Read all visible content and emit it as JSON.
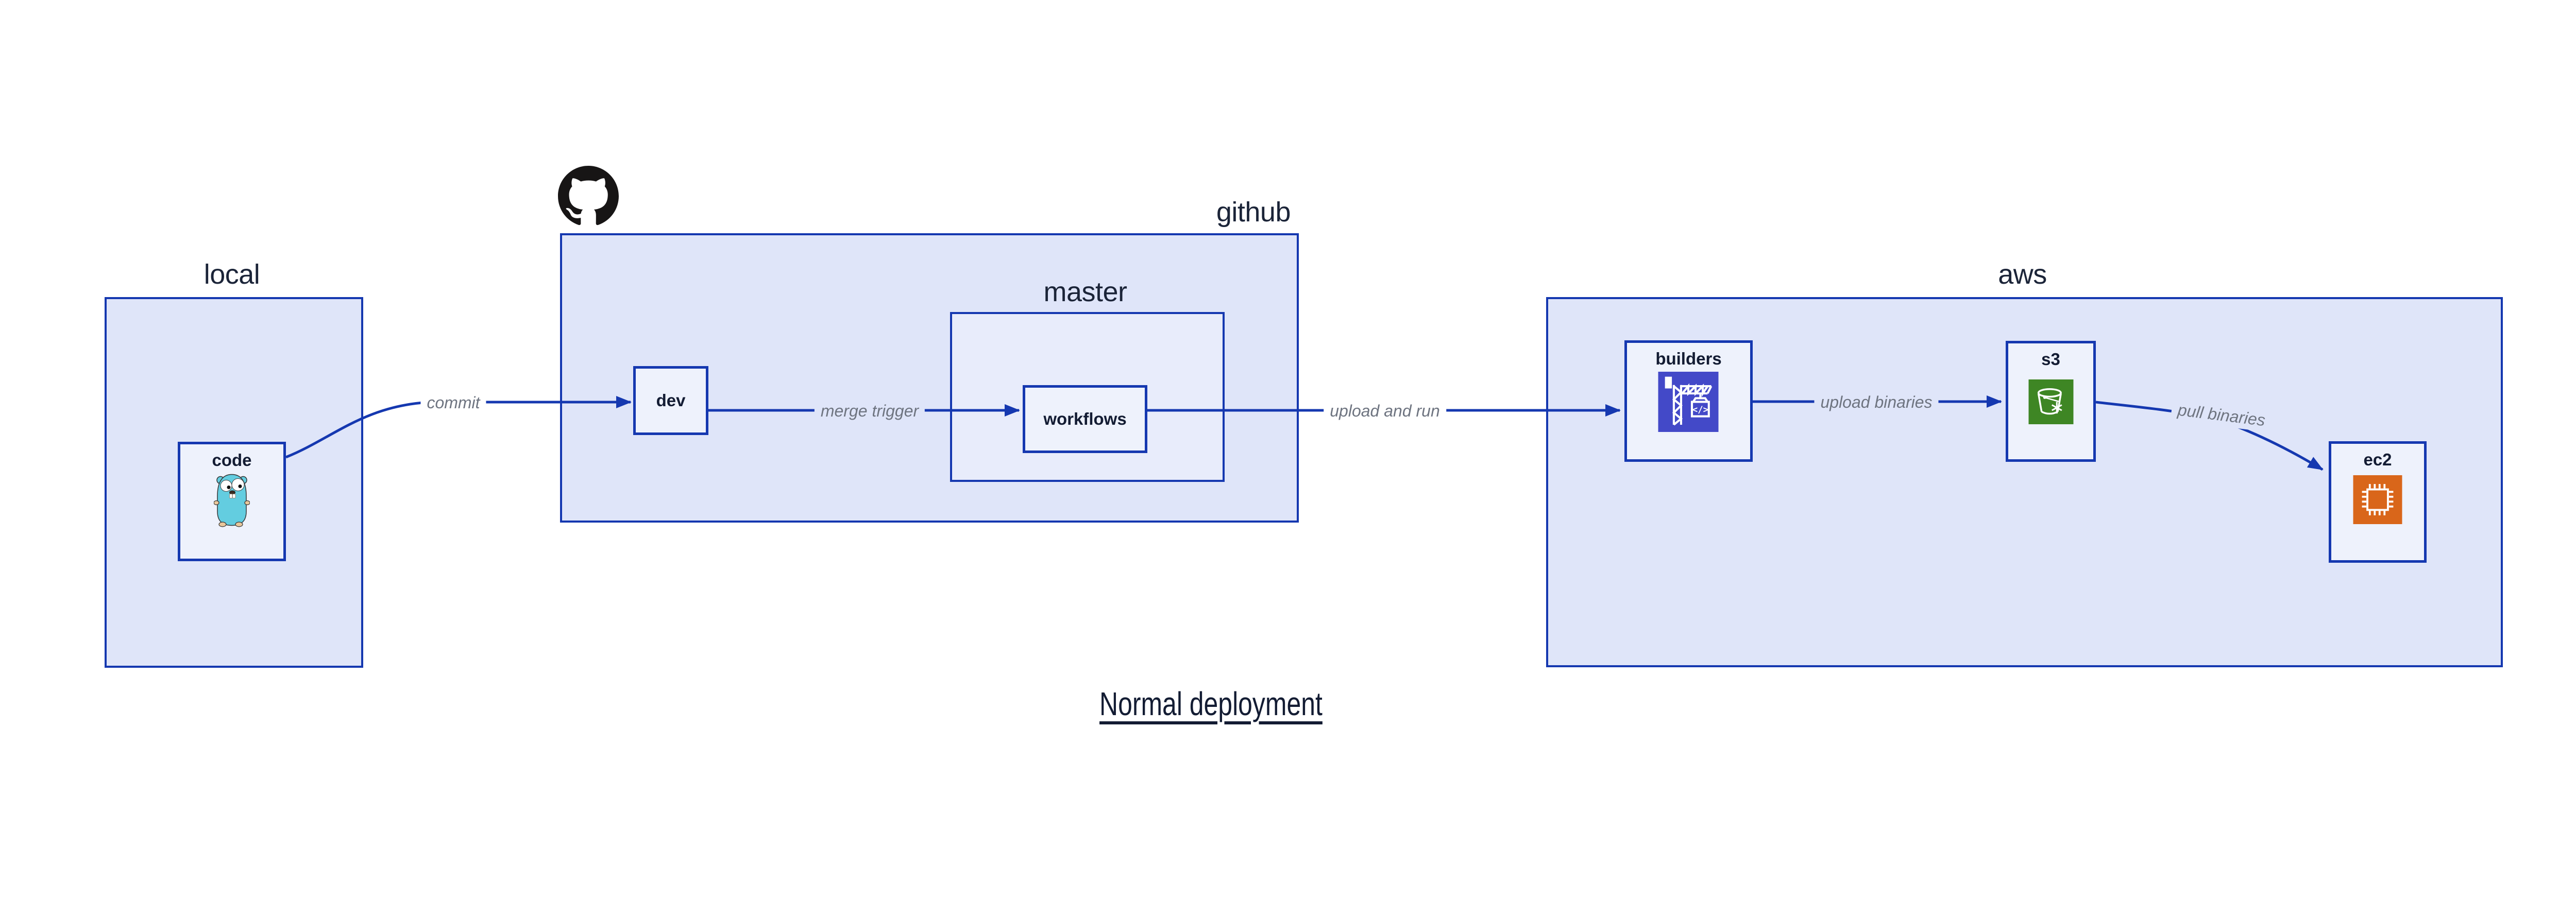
{
  "title": {
    "text": "Normal deployment"
  },
  "groups": {
    "local": {
      "label": "local"
    },
    "github": {
      "label": "github"
    },
    "master": {
      "label": "master"
    },
    "aws": {
      "label": "aws"
    }
  },
  "nodes": {
    "code": {
      "label": "code",
      "icon": "go-gopher-icon"
    },
    "dev": {
      "label": "dev"
    },
    "workflows": {
      "label": "workflows"
    },
    "builders": {
      "label": "builders",
      "icon": "codebuild-crane-icon"
    },
    "s3": {
      "label": "s3",
      "icon": "s3-bucket-icon"
    },
    "ec2": {
      "label": "ec2",
      "icon": "ec2-chip-icon"
    }
  },
  "edges": {
    "commit": {
      "from": "code",
      "to": "dev",
      "label": "commit"
    },
    "merge_trigger": {
      "from": "dev",
      "to": "workflows",
      "label": "merge trigger"
    },
    "upload_and_run": {
      "from": "workflows",
      "to": "builders",
      "label": "upload and run"
    },
    "upload_binaries": {
      "from": "builders",
      "to": "s3",
      "label": "upload binaries"
    },
    "pull_binaries": {
      "from": "s3",
      "to": "ec2",
      "label": "pull binaries"
    }
  },
  "colors": {
    "canvas": "#ffffff",
    "group_fill": "#dfe5f9",
    "master_fill": "#e8ecfb",
    "node_fill": "#eef2fc",
    "border_and_arrow_blue": "#1538b0",
    "label_navy": "#131c33",
    "group_label_navy": "#1b2438",
    "edge_label_gray": "#6e7480",
    "octocat_black": "#171515",
    "codebuild_blue": "#4349c8",
    "s3_green": "#3e8624",
    "ec2_orange": "#d9661a",
    "gopher_teal": "#63cde0"
  }
}
